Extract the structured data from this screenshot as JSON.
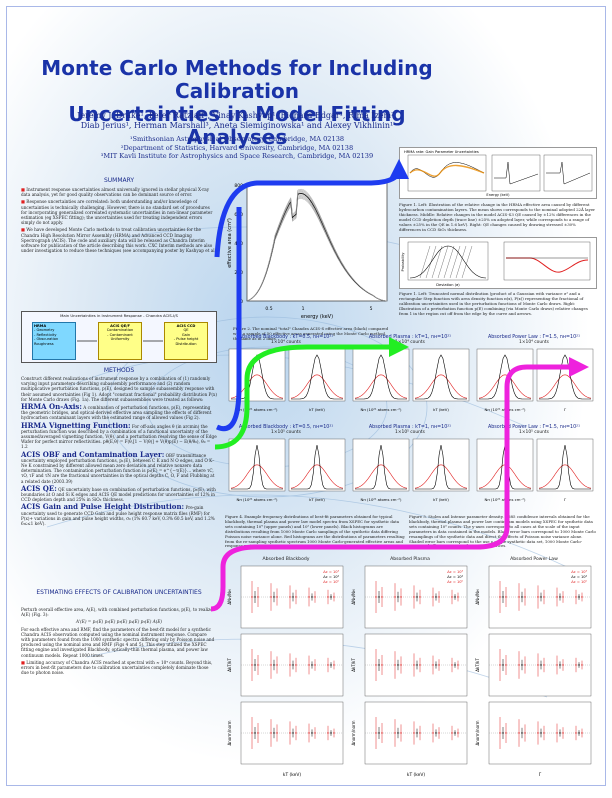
{
  "title": [
    "Monte Carlo Methods for Including Calibration",
    "Uncertainties in Model Fitting Analyses"
  ],
  "authors": [
    "Jeremy J. Drake¹, Peter Ratzlaff¹, Vinay Kashyap¹, Richard Edgar¹, Rima Izem²,",
    "Diab Jerius¹, Herman Marshall³, Aneta Siemiginowska¹ and Alexey Vikhlinin¹"
  ],
  "affiliations": [
    "¹Smithsonian Astrophysical Observatory, Cambridge, MA 02138",
    "²Department of Statistics, Harvard University, Cambridge, MA 02138",
    "³MIT Kavli Institute for Astrophysics and Space Research, Cambridge, MA 02139"
  ],
  "summary": {
    "heading": "SUMMARY",
    "bullets": [
      "Instrument response uncertainties almost universally ignored in stellar physical X-ray data analysis, yet for good quality observations can be dominant source of error.",
      "Response uncertainties are correlated: both understanding and/or knowledge of uncertainties is technically challenging. However, there is no standard set of procedures for incorporating generalized correlated systematic uncertainties in non-linear parameter estimation (eg XSPEC fitting); the uncertainties used for treating independent errors simply do not apply.",
      "We have developed Monte Carlo methods to treat calibration uncertainties for the Chandra High Resolution Mirror Assembly (HRMA) and Advanced CCD Imaging Spectrograph (ACIS). The code and auxiliary data will be released as Chandra Interim software for publication of the article describing this work. CXC Interim methods are also under investigation to reduce these techniques (see accompanying poster by Kashyap et al)"
    ],
    "diagram_title": "Main Uncertainties in Instrument Response - Chandra ACIS-I/S",
    "diagram_boxes": [
      [
        "HRMA",
        "- Geometry",
        "- Reflectivity",
        "- Obscuration",
        "Roughness"
      ],
      [
        "ACIS QE/F",
        "Contamination",
        "- Contaminant",
        "Uniformity"
      ],
      [
        "ACIS CCD",
        "QE",
        "Gain",
        "- Pulse height",
        "Distribution"
      ]
    ]
  },
  "methods": {
    "heading": "METHODS",
    "intro": "Construct different realizations of instrument response by a combination of (1) randomly varying input parameters describing subassembly performance and (2) random multiplicative perturbation functions, p(E), designed to sample subassembly response with their assumed uncertainties (Fig 1). Adopt \"constant fractional\" probability distribution P(x) for Monte Carlo draws (Fig. 1a). The different subassemblies were treated as follows:",
    "sub": [
      {
        "head": "HRMA On-Axis:",
        "text": "A combination of perturbation functions, p(E), representing the geometric bridges, and optical-derived effective area sampling the effects of different hydrocarbon contaminant layers with the estimated range of allowed values (Fig 2)."
      },
      {
        "head": "HRMA Vignetting Function:",
        "text": "For off-axis angles θ (in arcmin) the perturbation function was described by a combination of a functional uncertainty of the assumed/averaged vignetting function, V(θ), and a perturbation resolving the sense of Edge Wafer for perfect mirror reflectivities. pθ(E,θ) = F(θ,[1 − V(θ)] + V(θ)p(E) − E(θ/θ₀), θ₀ = 1.2"
      },
      {
        "head": "ACIS OBF and Contamination Layer:",
        "text": "OBF transmittance uncertainty employed perturbation functions, p₁(E), between C K and N O edges, and O K–Ne K constrained by different allowed mean zero deviation and relative nonzero data determination. The contamination perturbation function is p₂(E) = e^{−τ(E)}... where τC, τO, τF and τN are the fractional uncertainties in the optical depths C, O, F and Flubbing at a related date (2003.39)"
      },
      {
        "head": "ACIS QE:",
        "text": "QE uncertainty base on combination of perturbation functions, p₃(E), with boundaries at O and Si K edges and ACIS QE model predictions for uncertainties of 12% in CCD depletion depth and 25% in SiO₂ thickness."
      },
      {
        "head": "ACIS Gain and Pulse Height Distribution:",
        "text": "Pre-gain uncertainty used to generate CCD Gain and pulse height response matrix files (RMF) for P(x)+ variations in gain and pulse height widths, σ₀ (1% 60.7 keV, 0.3% 60.5 keV, and 1.2% 6≤≤1 keV)."
      }
    ]
  },
  "estimating": {
    "heading": "ESTIMATING EFFECTS OF CALIBRATION UNCERTAINTIES",
    "intro": "Perturb overall effective area, A(E), with combined perturbation functions, p(E), to realize A(E) (Fig. 3):",
    "equation": "A'(E) = p₁(E) p₂(E) p₃(E) p₄(E) p₅(E) A(E)",
    "para": "For each effective area and RMF, find the parameters of the best-fit model for a synthetic Chandra ACIS observation computed using the nominal instrument response. Compare with parameters found from the 1000 synthetic spectra differing only by Poisson noise and produced using the nominal area and RMF (Figs 4 and 5). This step utilized the XSPEC fitting engine and investigated Blackbody, optically-thin thermal plasma, and power law continuum models. Repeat 1000 times.",
    "bullet": "Limiting accuracy of Chandra ACIS reached at spectral with ≈ 10⁴ counts. Beyond this, errors in best-fit parameters due to calibration uncertainties completely dominate those due to photon noise."
  },
  "figure1": {
    "caption": "Figure 1. Left: Illustration of the relative change in the HRMA effective area caused by different hydrocarbon contamination layers. The mean shows corresponds to the nominal adopted 22Å layer thickness. Middle: Relative changes in the model ACIS-S3 QE caused by ±12% differences in the model CCD depletion depth (trace line) ±25% on adopted layer, while corresponds to a range of values ±25% in the QE in 1.6 keV). Right: QE changes caused by drawing stressed ±30% differences in CCD SiO₂ thickness.",
    "panel_label": "HRMA rate: Gain Parameter Uncertainties",
    "xlabel": "Energy (keV)"
  },
  "figure1b": {
    "caption": "Figure 1. Left: Truncated normal distribution (product of a Gaussian with variance σ² and a rectangular Step function with area density function π(x), P(x)) representing the fractional of calibration uncertainties used in the perturbation functions of Monte Carlo draws. Right: Illustration of a perturbation function p(E) combining (via Monte Carlo draws) relative changes from 1 in the region cut off from the edge by the curve and arrows.",
    "xlabel": "Deviation (σ)",
    "ylabel": "Probability"
  },
  "figure2": {
    "caption": "Figure 2. The nominal \"total\" Chandra ACIS-S effective area (black) compared with a sample of 50 effective areas generated using the Monte Carlo method, the same as in 2 lines.",
    "xlabel": "energy (keV)",
    "ylabel": "effective area (cm²)",
    "yticks": [
      "800",
      "600",
      "400",
      "200",
      "0"
    ],
    "xticks": [
      "0.5",
      "1",
      "5"
    ]
  },
  "figure4": {
    "caption": "Figure 4. Example frequency distributions of best-fit parameters obtained for typical blackbody, thermal plasma and power law model spectra from XSPEC for synthetic data sets containing 10⁴ (upper panels) and 10⁵ (lower panels). Black histograms are distributions resulting from 1000 Monte Carlo samplings of the synthetic data differing Poisson noise variance alone. Red histograms are the distributions of parameters resulting from the re-sampling synthetic spectrum 1000 Monte Carlo-generated effective areas and response matrices.",
    "panels": [
      {
        "title": "Absorbed Blackbody : kT=0.5, nʜ=10²¹",
        "counts": "1×10⁴ counts",
        "xlabels": [
          "Nʜ (10²¹ atoms cm⁻²)",
          "kT (keV)"
        ]
      },
      {
        "title": "Absorbed Plasma : kT=1, nʜ=10²¹",
        "counts": "1×10⁴ counts",
        "xlabels": [
          "Nʜ (10²¹ atoms cm⁻²)",
          "kT (keV)"
        ]
      },
      {
        "title": "Absorbed Power Law : Γ=1.5, nʜ=10²¹",
        "counts": "1×10⁴ counts",
        "xlabels": [
          "Nʜ (10²¹ atoms cm⁻²)",
          "Γ"
        ]
      },
      {
        "title": "Absorbed Blackbody : kT=0.5, nʜ=10²¹",
        "counts": "1×10⁵ counts",
        "xlabels": [
          "Nʜ (10²¹ atoms cm⁻²)",
          "kT (keV)"
        ]
      },
      {
        "title": "Absorbed Plasma : kT=1, nʜ=10²¹",
        "counts": "1×10⁵ counts",
        "xlabels": [
          "Nʜ (10²¹ atoms cm⁻²)",
          "kT (keV)"
        ]
      },
      {
        "title": "Absorbed Power Law : Γ=1.5, nʜ=10²¹",
        "counts": "1×10⁵ counts",
        "xlabels": [
          "Nʜ (10²¹ atoms cm⁻²)",
          "Γ"
        ]
      }
    ]
  },
  "figure5": {
    "caption": "Figure 5. Stolen and Intense parameter density. ±685 confidence intervals obtained for the blackbody, thermal plasma and power law continuum models using XSPEC for synthetic data sets containing 10³ counts. The y-axes correspond to all cases at the scale of the input parameters in data contained in the models. Black error bars correspond to 1000 Monte Carlo resamplings of the synthetic data and direct the effects of Poisson noise variance alone. Shaded error bars correspond to the use a single synthetic data set, 1000 Monte Carlo-generated effective areas and response matrices.",
    "columns": [
      "Absorbed Blackbody",
      "Absorbed Plasma",
      "Absorbed Power Law"
    ],
    "xlabel": "kT (keV)",
    "xlabel_pl": "Γ",
    "ylabels": [
      "ΔNʜ/Nʜ",
      "ΔkT/kT",
      "Δnorm/norm"
    ],
    "legend": [
      "Δc = 10³",
      "Δc = 10⁴",
      "Δc = 10⁵"
    ]
  },
  "colors": {
    "title": "#1a33a8",
    "arrow_blue": "#1e3cf0",
    "arrow_green": "#22ee22",
    "arrow_magenta": "#ee22dd",
    "red": "#e02020"
  }
}
